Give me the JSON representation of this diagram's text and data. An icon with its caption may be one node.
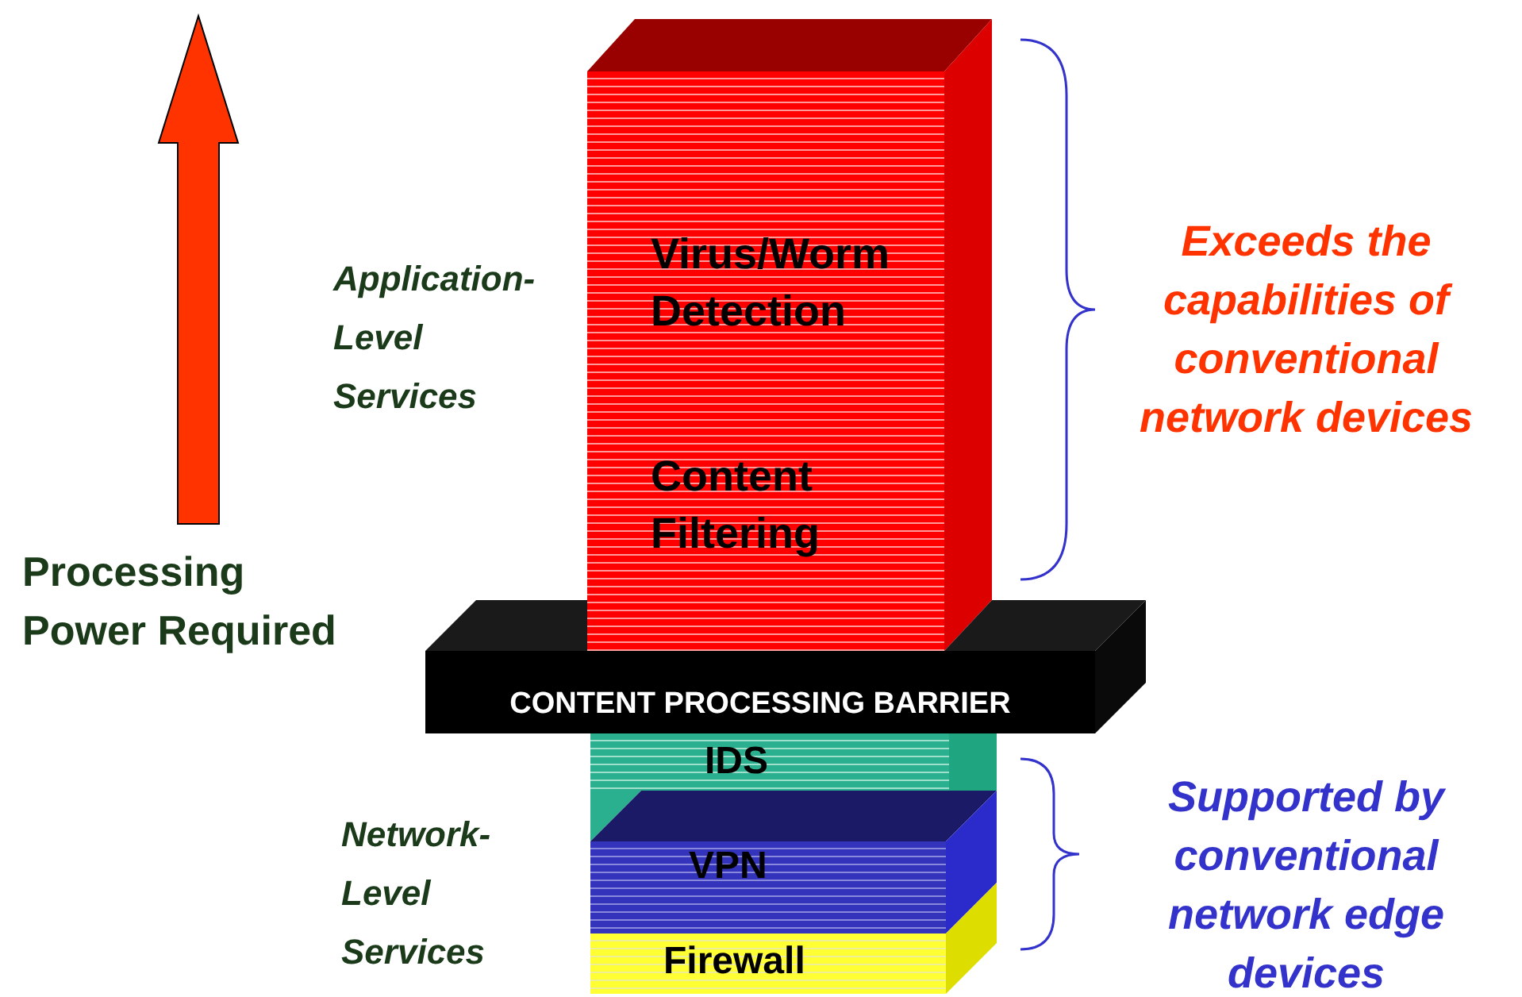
{
  "diagram": {
    "nodes": [
      {
        "text": [
          "Virus/Worm Detection",
          "Content Filtering"
        ]
      },
      {
        "text": [
          "CONTENT PROCESSING BARRIER"
        ]
      },
      {
        "text": [
          "IDS"
        ]
      },
      {
        "text": [
          "VPN"
        ]
      },
      {
        "text": [
          "Firewall"
        ]
      }
    ],
    "labels": [
      "Processing Power Required",
      "Application-Level Services",
      "Network-Level Services",
      "Exceeds the capabilities of conventional network devices",
      "Supported by conventional network edge devices"
    ]
  }
}
